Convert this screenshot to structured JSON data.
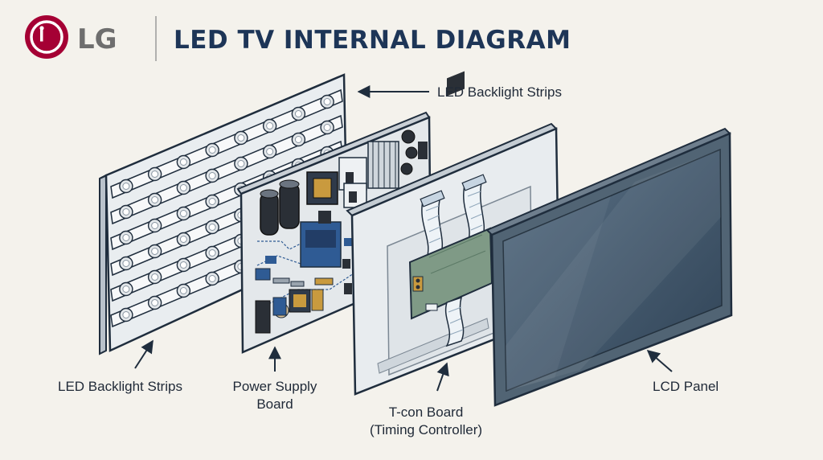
{
  "brand": {
    "logo_letters": "LG",
    "name": "LG",
    "accent_color": "#a50034"
  },
  "title": "LED TV INTERNAL DIAGRAM",
  "labels": {
    "backlight_top": "LED Backlight Strips",
    "backlight_bottom": "LED Backlight Strips",
    "power_supply_line1": "Power Supply",
    "power_supply_line2": "Board",
    "tcon_line1": "T-con Board",
    "tcon_line2": "(Timing Controller)",
    "lcd_panel": "LCD Panel"
  },
  "colors": {
    "outline": "#1f2d3d",
    "title": "#1d3557",
    "panel_glass": "#3d5266",
    "pcb_green": "#7f9a86",
    "component_blue": "#2f5b94"
  }
}
